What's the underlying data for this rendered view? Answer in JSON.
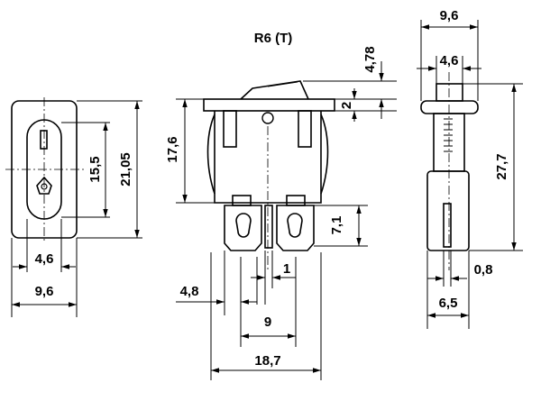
{
  "title": "R6 (T)",
  "dimensions": {
    "left_view": {
      "height_outer": "21,05",
      "height_inner": "15,5",
      "width_inner": "4,6",
      "width_outer": "9,6"
    },
    "front_view": {
      "body_height": "17,6",
      "rocker_height": "4,78",
      "rocker_gap": "2",
      "terminal_height": "7,1",
      "terminal_width": "4,8",
      "terminal_thickness": "1",
      "terminal_pitch": "9",
      "overall_width": "18,7"
    },
    "side_view": {
      "top_width": "9,6",
      "rocker_width": "4,6",
      "overall_height": "27,7",
      "terminal_thickness": "0,8",
      "terminal_spacing": "6,5"
    }
  }
}
